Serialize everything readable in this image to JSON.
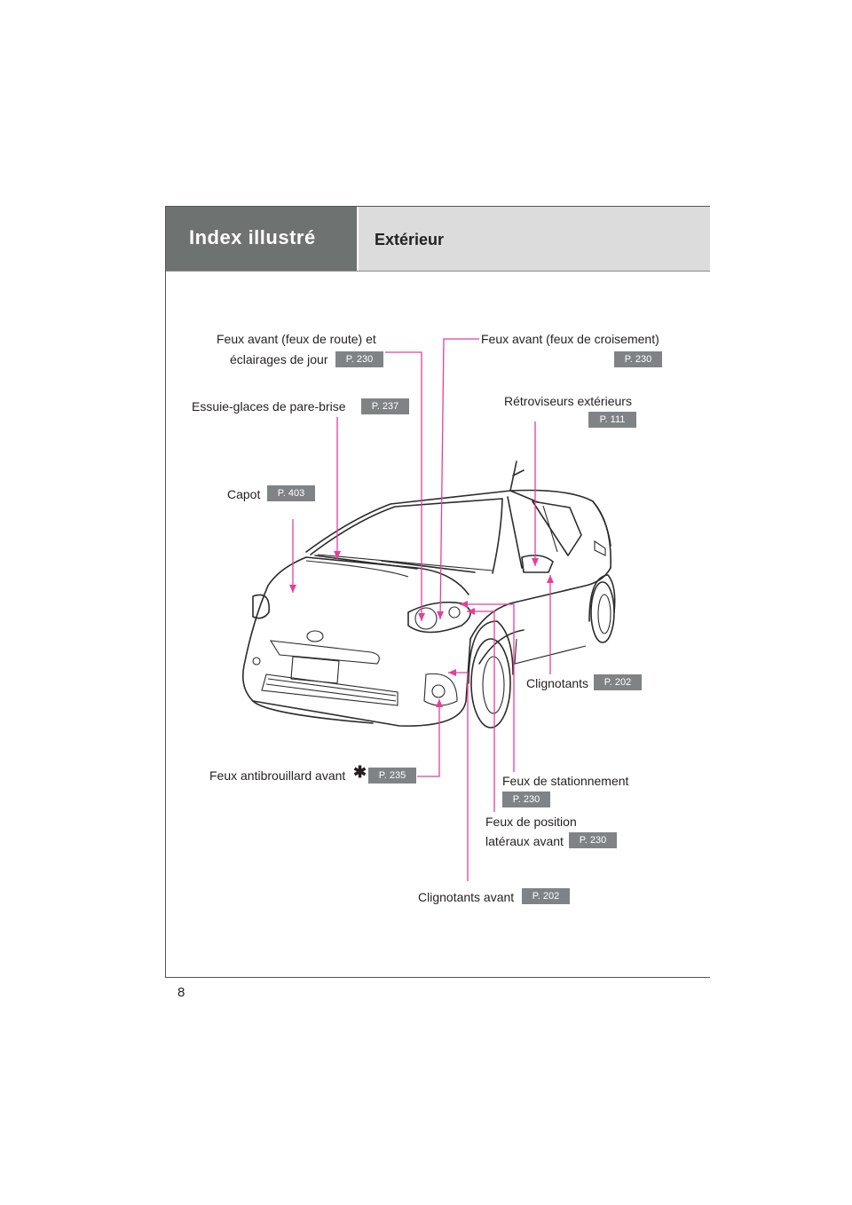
{
  "header": {
    "section_title": "Index illustré",
    "subtitle": "Extérieur"
  },
  "labels": {
    "headlights_high": {
      "line1": "Feux avant (feux de route) et",
      "line2": "éclairages de jour",
      "ref": "P. 230"
    },
    "headlights_low": {
      "text": "Feux avant (feux de croisement)",
      "ref": "P. 230"
    },
    "wipers": {
      "text": "Essuie-glaces de pare-brise",
      "ref": "P. 237"
    },
    "mirrors": {
      "text": "Rétroviseurs extérieurs",
      "ref": "P. 111"
    },
    "hood": {
      "text": "Capot",
      "ref": "P. 403"
    },
    "turn_signals": {
      "text": "Clignotants",
      "ref": "P. 202"
    },
    "fog_lights": {
      "text": "Feux antibrouillard avant",
      "mark": "✱",
      "ref": "P. 235"
    },
    "parking_lights": {
      "text": "Feux de stationnement",
      "ref": "P. 230"
    },
    "side_marker": {
      "line1": "Feux de position",
      "line2": "latéraux avant",
      "ref": "P. 230"
    },
    "front_turn_signals": {
      "text": "Clignotants avant",
      "ref": "P. 202"
    }
  },
  "page_number": "8",
  "colors": {
    "header_dark": "#6e7270",
    "header_light": "#dcdcdc",
    "leader_line": "#e83e9a",
    "ref_badge": "#7f8385"
  }
}
